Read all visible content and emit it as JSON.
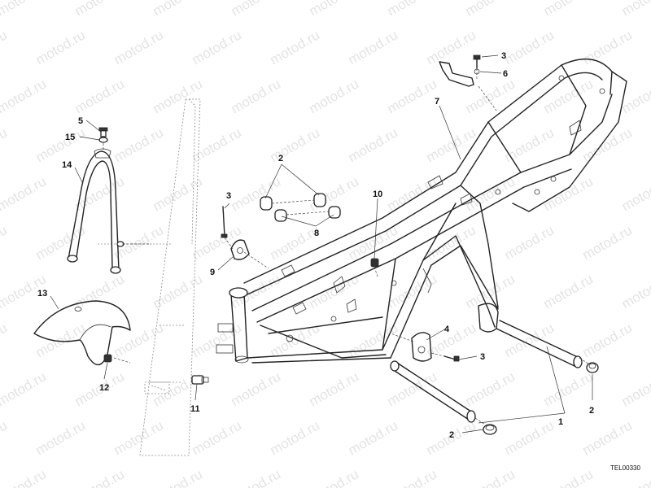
{
  "watermark": {
    "text": "motod.ru"
  },
  "diagram_code": "TEL00330",
  "callouts": [
    "1",
    "2",
    "2",
    "2",
    "3",
    "3",
    "3",
    "4",
    "5",
    "6",
    "7",
    "8",
    "9",
    "10",
    "11",
    "12",
    "13",
    "14",
    "15"
  ],
  "colors": {
    "ink": "#222222",
    "watermark": "#c9d1c9",
    "background": "#ffffff"
  }
}
